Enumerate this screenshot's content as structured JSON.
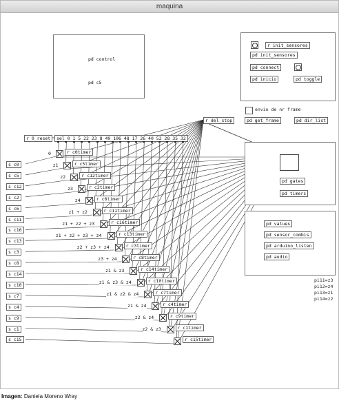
{
  "window": {
    "title": "maquina"
  },
  "caption": {
    "prefix": "Imagen:",
    "author": "Daniela Moreno Wray"
  },
  "subpatch_control": {
    "items": [
      "pd control",
      "pd c5"
    ]
  },
  "subpatch_sensors": {
    "receive": "r init_sensores",
    "items": [
      "pd init_sensores",
      "pd connect",
      "pd inicio",
      "pd toggle"
    ]
  },
  "frame": {
    "comment": "envio de nr frame",
    "items": [
      "pd get_frame",
      "pd dir_list"
    ]
  },
  "gates": {
    "items": [
      "pd gates",
      "pd timers"
    ]
  },
  "values": {
    "items": [
      "pd values",
      "pd sensor_combis",
      "pd arduino_listen",
      "pd audio"
    ]
  },
  "pin_map": [
    "pi11=z3",
    "pi12=z4",
    "pi13=z1",
    "pi14=z2"
  ],
  "del_stop": "r del_stop",
  "reset": "r 0_reset",
  "sel": "sel 0 1 5 22 23 8 49 106 48 17 26 40 52 28 35 32",
  "sends": [
    "s c0",
    "s c5",
    "s c12",
    "s c2",
    "s c6",
    "s c11",
    "s c16",
    "s c13",
    "s c3",
    "s c8",
    "s c14",
    "s c10",
    "s c7",
    "s c4",
    "s c9",
    "s c1",
    "s c15"
  ],
  "timers": [
    "r c0timer",
    "r c5timer",
    "r c12timer",
    "r c2timer",
    "r c6timer",
    "r c11timer",
    "r c16timer",
    "r c13timer",
    "r c3timer",
    "r c8timer",
    "r c14timer",
    "r c10timer",
    "r c7timer",
    "r c4timer",
    "r c9timer",
    "r c1timer",
    "r c15timer"
  ],
  "combos": [
    "0",
    "z1",
    "z2",
    "z3",
    "z4",
    "z1 + z2",
    "z1 + z2 + z3",
    "z1 + z2 + z3 + z4",
    "z2 + z3 + z4",
    "z3 + z4",
    "z1 & z3",
    "z1 & z3 & z4",
    "z1 & z2 & z4",
    "z1 & z4",
    "z2 & z4",
    "z2 & z3",
    ""
  ]
}
